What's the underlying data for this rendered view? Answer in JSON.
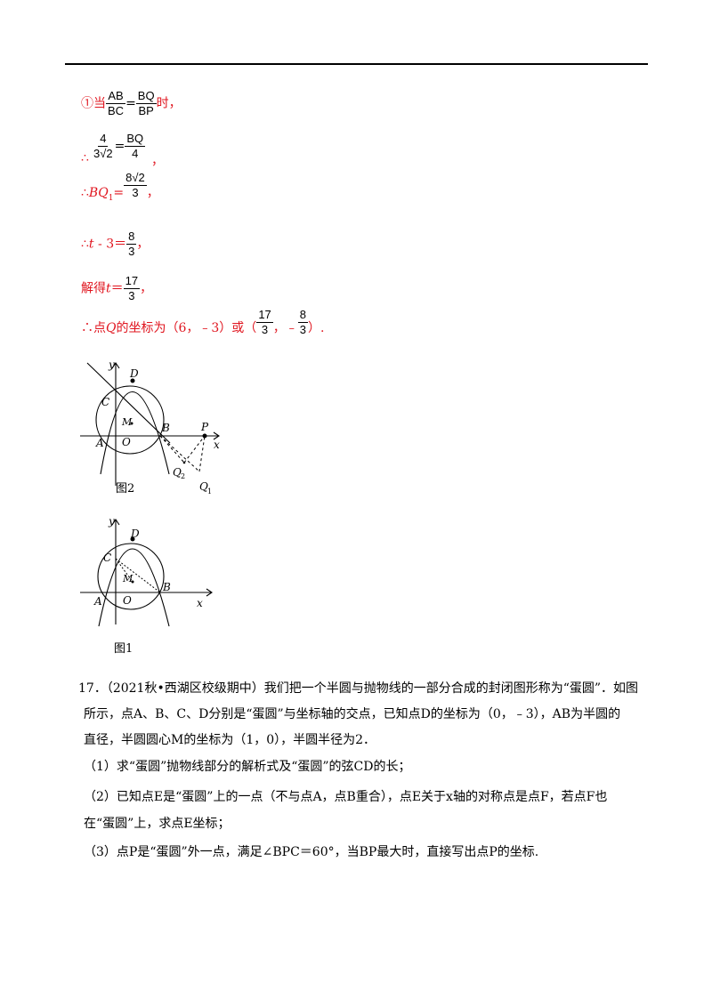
{
  "solution": {
    "l1": {
      "circ": "①当",
      "f1n": "AB",
      "f1d": "BC",
      "eq": "=",
      "f2n": "BQ",
      "f2d": "BP",
      "tail": "时，"
    },
    "l2": {
      "f1n": "4",
      "f1d": "3√2",
      "eq": "=",
      "f2n": "BQ",
      "f2d": "4"
    },
    "l2b": {
      "therefore": "∴",
      "comma": "，"
    },
    "l3": {
      "pre": "∴",
      "var": "BQ",
      "sub": "1",
      "eq": "=",
      "fn": "8√2",
      "fd": "3",
      "tail": "，"
    },
    "l4": {
      "pre": "∴",
      "var": "t",
      "mid": " - 3＝",
      "fn": "8",
      "fd": "3",
      "tail": "，"
    },
    "l5": {
      "pre": "解得",
      "var": "t",
      "eq": "＝",
      "fn": "17",
      "fd": "3",
      "tail": "，"
    },
    "l6": {
      "pre": "∴点",
      "var": "Q",
      "mid": "的坐标为（6，﹣3）或（",
      "f1n": "17",
      "f1d": "3",
      "sep": "，﹣",
      "f2n": "8",
      "f2d": "3",
      "tail": "）."
    }
  },
  "figure2": {
    "caption": "图2",
    "labels": {
      "y": "y",
      "x": "x",
      "D": "D",
      "C": "C",
      "M": "M",
      "A": "A",
      "O": "O",
      "B": "B",
      "P": "P",
      "Q2": "Q",
      "Q2sub": "2",
      "Q1": "Q",
      "Q1sub": "1"
    }
  },
  "figure1": {
    "caption": "图1",
    "labels": {
      "y": "y",
      "x": "x",
      "D": "D",
      "C": "C",
      "M": "M",
      "A": "A",
      "O": "O",
      "B": "B"
    }
  },
  "problem": {
    "p1": "17．（2021秋•西湖区校级期中）我们把一个半圆与抛物线的一部分合成的封闭图形称为“蛋圆”．如图",
    "p2": "所示，点A、B、C、D分别是“蛋圆”与坐标轴的交点，已知点D的坐标为（0，﹣3），AB为半圆的",
    "p3": "直径，半圆圆心M的坐标为（1，0），半圆半径为2．",
    "q1": "（1）求“蛋圆”抛物线部分的解析式及“蛋圆”的弦CD的长；",
    "q2a": "（2）已知点E是“蛋圆”上的一点（不与点A，点B重合），点E关于x轴的对称点是点F，若点F也",
    "q2b": "在“蛋圆”上，求点E坐标；",
    "q3": "（3）点P是“蛋圆”外一点，满足∠BPC＝60°，当BP最大时，直接写出点P的坐标."
  }
}
